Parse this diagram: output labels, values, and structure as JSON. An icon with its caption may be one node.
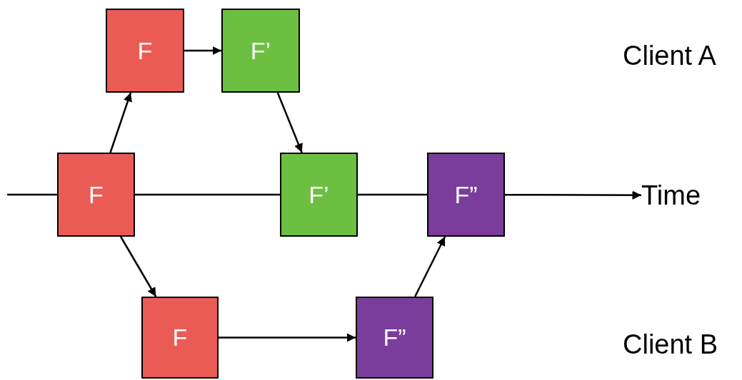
{
  "diagram": {
    "nodes": [
      {
        "text": [
          "F"
        ]
      },
      {
        "text": [
          "F’"
        ]
      },
      {
        "text": [
          "F"
        ]
      },
      {
        "text": [
          "F’"
        ]
      },
      {
        "text": [
          "F”"
        ]
      },
      {
        "text": [
          "F"
        ]
      },
      {
        "text": [
          "F”"
        ]
      },
      {
        "text": [
          "Time"
        ]
      }
    ],
    "edges": [
      {
        "from": 0,
        "to": 1,
        "arrow": "to"
      },
      {
        "from": 2,
        "to": 0,
        "arrow": "to"
      },
      {
        "from": 1,
        "to": 3,
        "arrow": "to"
      },
      {
        "from": null,
        "to": 2,
        "arrow": "none"
      },
      {
        "from": 2,
        "to": 3,
        "arrow": "none"
      },
      {
        "from": 3,
        "to": 4,
        "arrow": "none"
      },
      {
        "from": 4,
        "to": 7,
        "arrow": "to"
      },
      {
        "from": 2,
        "to": 5,
        "arrow": "to"
      },
      {
        "from": 5,
        "to": 6,
        "arrow": "to"
      },
      {
        "from": 6,
        "to": 4,
        "arrow": "to"
      }
    ],
    "labels": [
      "Client A",
      "Client B"
    ]
  }
}
